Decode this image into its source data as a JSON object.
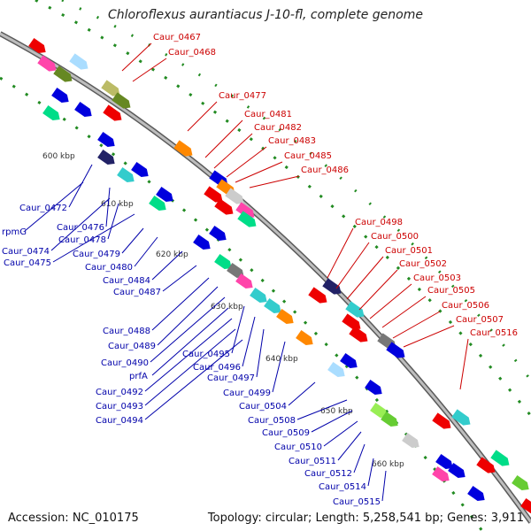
{
  "title": "Chloroflexus aurantiacus J-10-fl, complete genome",
  "accession": "Accession: NC_010175",
  "topology": "Topology: circular; Length: 5,258,541 bp; Genes: 3,911",
  "colors": {
    "label_top": "#cc0000",
    "label_bottom": "#0000aa",
    "backbone": "#888888",
    "tick": "#228b22",
    "scale": "#333333"
  },
  "scale_labels": [
    "600 kbp",
    "610 kbp",
    "620 kbp",
    "630 kbp",
    "640 kbp",
    "650 kbp",
    "660 kbp"
  ],
  "top_labels": [
    "Caur_0467",
    "Caur_0468",
    "Caur_0477",
    "Caur_0481",
    "Caur_0482",
    "Caur_0483",
    "Caur_0485",
    "Caur_0486",
    "Caur_0498",
    "Caur_0500",
    "Caur_0501",
    "Caur_0502",
    "Caur_0503",
    "Caur_0505",
    "Caur_0506",
    "Caur_0507",
    "Caur_0516"
  ],
  "bottom_labels": [
    "Caur_0472",
    "rpmG",
    "Caur_0476",
    "Caur_0474",
    "Caur_0478",
    "Caur_0475",
    "Caur_0479",
    "Caur_0480",
    "Caur_0484",
    "Caur_0487",
    "Caur_0488",
    "Caur_0489",
    "Caur_0490",
    "prfA",
    "Caur_0492",
    "Caur_0493",
    "Caur_0494",
    "Caur_0495",
    "Caur_0496",
    "Caur_0497",
    "Caur_0499",
    "Caur_0504",
    "Caur_0508",
    "Caur_0509",
    "Caur_0510",
    "Caur_0511",
    "Caur_0512",
    "Caur_0514",
    "Caur_0515"
  ],
  "feature_colors": [
    "#ee0000",
    "#0000dd",
    "#33cccc",
    "#00dd88",
    "#66cc33",
    "#668822",
    "#ff8800",
    "#ff44aa",
    "#cccccc",
    "#777777",
    "#222266",
    "#bbbb66",
    "#aaddff",
    "#99ee55"
  ]
}
